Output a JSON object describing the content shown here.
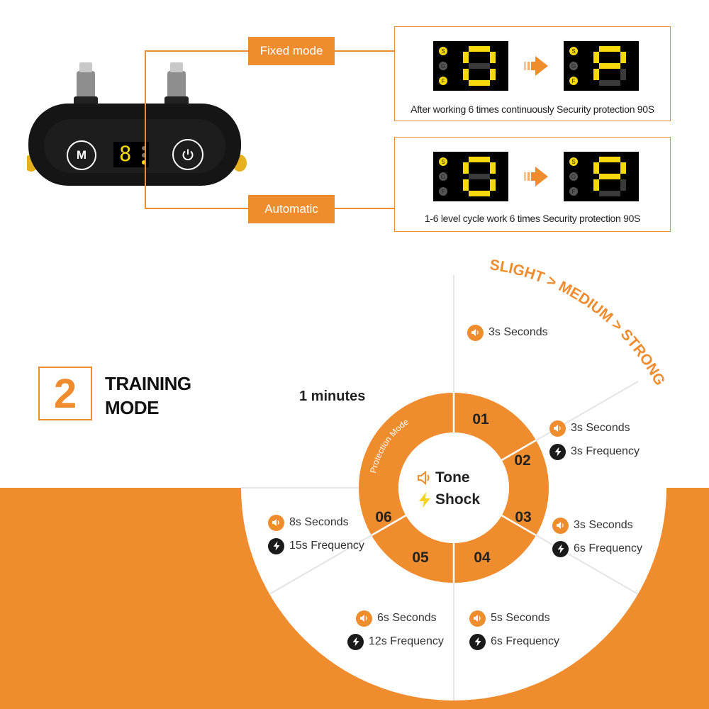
{
  "colors": {
    "accent": "#ef8c2e",
    "dark": "#1a1a1a",
    "digit": "#f5d90a"
  },
  "device": {
    "button_m": "M",
    "display_digit": "8"
  },
  "modes": [
    {
      "label": "Fixed mode",
      "caption": "After working 6 times continuously Security protection 90S",
      "from_digit": "0",
      "to_digit": "P"
    },
    {
      "label": "Automatic",
      "caption": "1-6 level cycle work 6 times Security protection 90S",
      "from_digit": "0",
      "to_digit": "P"
    }
  ],
  "indicator_letters": [
    "S",
    "G",
    "F"
  ],
  "level_scale": {
    "slight": "SLIGHT",
    "sep1": ">",
    "medium": "MEDIUM",
    "sep2": ">",
    "strong": "STRONG"
  },
  "section": {
    "number": "2",
    "title_line1": "TRAINING",
    "title_line2": "MODE"
  },
  "wheel": {
    "top_left_text": "1 minutes",
    "ring_label": "Protection Mode",
    "center": {
      "tone": "Tone",
      "shock": "Shock"
    },
    "segments": [
      {
        "number": "01",
        "tone": "3s Seconds",
        "shock": ""
      },
      {
        "number": "02",
        "tone": "3s Seconds",
        "shock": "3s Frequency"
      },
      {
        "number": "03",
        "tone": "3s Seconds",
        "shock": "6s Frequency"
      },
      {
        "number": "04",
        "tone": "5s Seconds",
        "shock": "6s Frequency"
      },
      {
        "number": "05",
        "tone": "6s Seconds",
        "shock": "12s Frequency"
      },
      {
        "number": "06",
        "tone": "8s Seconds",
        "shock": "15s Frequency"
      }
    ]
  },
  "icons": {
    "tone": "speaker-icon",
    "shock": "lightning-icon",
    "power": "power-icon",
    "arrow": "arrow-right-icon"
  }
}
